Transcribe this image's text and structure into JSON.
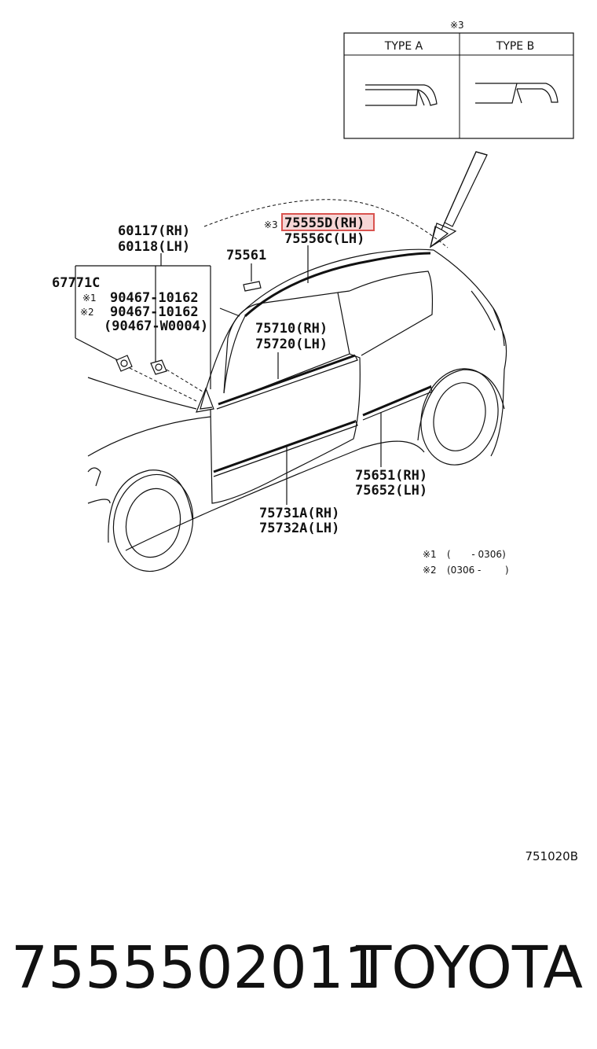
{
  "inset": {
    "note": "※3",
    "type_a": "TYPE A",
    "type_b": "TYPE B"
  },
  "labels": {
    "p60117": "60117(RH)",
    "p60118": "60118(LH)",
    "note3": "※3",
    "p75555": "75555D(RH)",
    "p75556": "75556C(LH)",
    "p75561": "75561",
    "p67771": "67771C",
    "n1": "※1",
    "n1_part": "90467-10162",
    "n2": "※2",
    "n2_part": "90467-10162",
    "n2_alt": "(90467-W0004)",
    "p75710": "75710(RH)",
    "p75720": "75720(LH)",
    "p75651": "75651(RH)",
    "p75652": "75652(LH)",
    "p75731": "75731A(RH)",
    "p75732": "75732A(LH)"
  },
  "legend": {
    "n1_mark": "※1",
    "n1_range": "(       - 0306)",
    "n2_mark": "※2",
    "n2_range": "(0306 -        )"
  },
  "diagram_code": "751020B",
  "footer": {
    "part_number": "7555502011",
    "brand": "TOYOTA"
  },
  "colors": {
    "highlight_border": "#d9534f",
    "highlight_fill": "#f6d6d6"
  }
}
